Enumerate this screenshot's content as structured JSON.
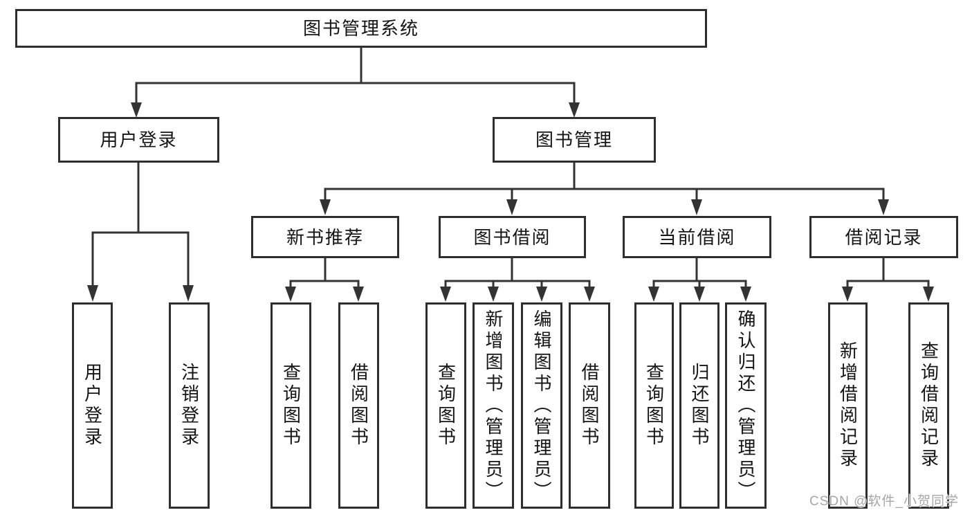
{
  "tree": {
    "label": "图书管理系统",
    "children": [
      {
        "label": "用户登录",
        "children": [
          {
            "label": "用户登录"
          },
          {
            "label": "注销登录"
          }
        ]
      },
      {
        "label": "图书管理",
        "children": [
          {
            "label": "新书推荐",
            "children": [
              {
                "label": "查询图书"
              },
              {
                "label": "借阅图书"
              }
            ]
          },
          {
            "label": "图书借阅",
            "children": [
              {
                "label": "查询图书"
              },
              {
                "label": "新增图书（管理员）"
              },
              {
                "label": "编辑图书（管理员）"
              },
              {
                "label": "借阅图书"
              }
            ]
          },
          {
            "label": "当前借阅",
            "children": [
              {
                "label": "查询图书"
              },
              {
                "label": "归还图书"
              },
              {
                "label": "确认归还（管理员）"
              }
            ]
          },
          {
            "label": "借阅记录",
            "children": [
              {
                "label": "新增借阅记录"
              },
              {
                "label": "查询借阅记录"
              }
            ]
          }
        ]
      }
    ]
  },
  "watermark": {
    "text": "CSDN @软件_小贺同学"
  },
  "colors": {
    "line": "#333333",
    "box_border": "#2e2e2e",
    "text": "#141414",
    "watermark": "#a6a6a6",
    "background": "#ffffff"
  }
}
